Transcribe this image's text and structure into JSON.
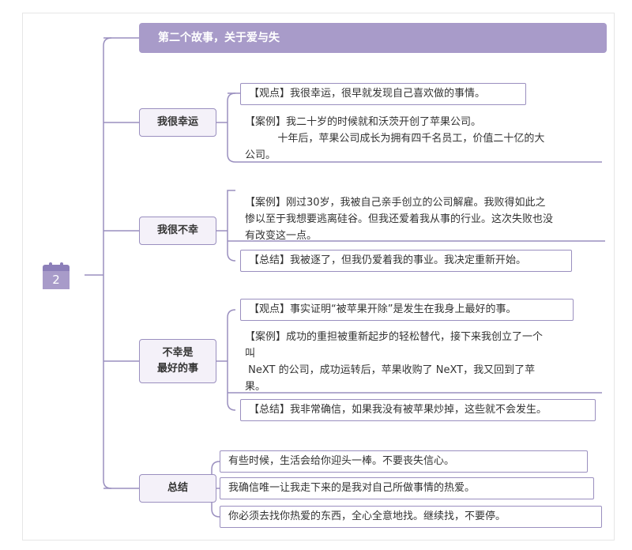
{
  "root": {
    "number": "2"
  },
  "title": "第二个故事，关于爱与失",
  "branches": [
    {
      "label": "我很幸运",
      "items": [
        "【观点】我很幸运，很早就发现自己喜欢做的事情。",
        "【案例】我二十岁的时候就和沃茨开创了苹果公司。\n          十年后，苹果公司成长为拥有四千名员工，价值二十亿的大\n公司。"
      ]
    },
    {
      "label": "我很不幸",
      "items": [
        "【案例】刚过30岁，我被自己亲手创立的公司解雇。我败得如此之\n惨以至于我想要逃离硅谷。但我还爱着我从事的行业。这次失败也没\n有改变这一点。",
        "【总结】我被逐了，但我仍爱着我的事业。我决定重新开始。"
      ]
    },
    {
      "label": "不幸是\n最好的事",
      "items": [
        "【观点】事实证明“被苹果开除”是发生在我身上最好的事。",
        "【案例】成功的重担被重新起步的轻松替代，接下来我创立了一个\n叫\n NeXT 的公司，成功运转后，苹果收购了 NeXT，我又回到了苹\n果。",
        "【总结】我非常确信，如果我没有被苹果炒掉，这些就不会发生。"
      ]
    },
    {
      "label": "总结",
      "items": [
        "有些时候，生活会给你迎头一棒。不要丧失信心。",
        "我确信唯一让我走下来的是我对自己所做事情的热爱。",
        "你必须去找你热爱的东西，全心全意地找。继续找，不要停。"
      ]
    }
  ]
}
